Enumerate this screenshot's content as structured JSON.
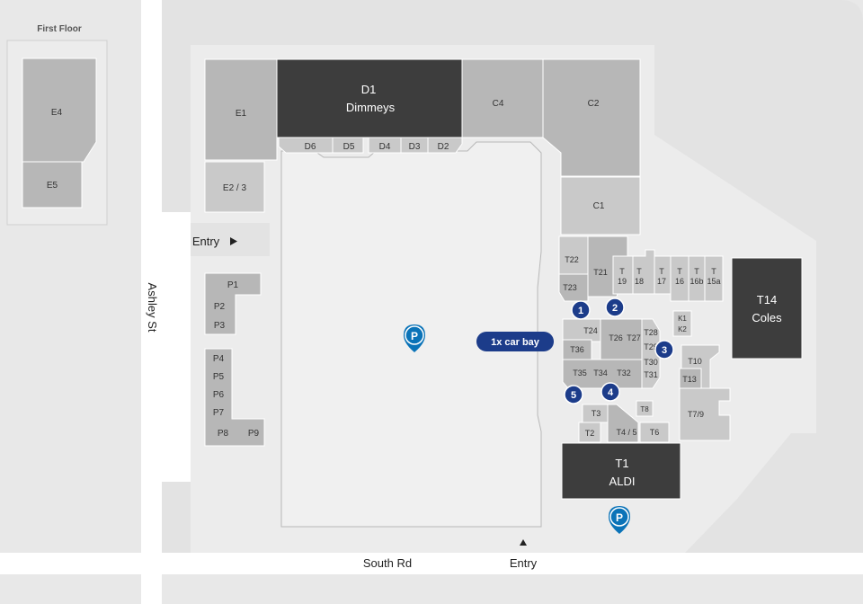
{
  "colors": {
    "road": "#ffffff",
    "ground": "#e8e8e8",
    "site": "#ececec",
    "carpark": "#f0f0f0",
    "tenancy": "#b7b7b7",
    "tenancy_light": "#c9c9c9",
    "anchor": "#3d3d3d",
    "marker": "#1c3c8a",
    "parking_marker": "#0a73b8"
  },
  "labels": {
    "first_floor": "First Floor",
    "entry_west": "Entry",
    "entry_south": "Entry",
    "ashley_st": "Ashley St",
    "south_rd": "South Rd",
    "car_bay": "1x car bay"
  },
  "anchors": {
    "d1": [
      "D1",
      "Dimmeys"
    ],
    "t14": [
      "T14",
      "Coles"
    ],
    "t1": [
      "T1",
      "ALDI"
    ]
  },
  "tenancies": {
    "e4": "E4",
    "e5": "E5",
    "e1": "E1",
    "e2_3": "E2 / 3",
    "d6": "D6",
    "d5": "D5",
    "d4": "D4",
    "d3": "D3",
    "d2": "D2",
    "c4": "C4",
    "c2": "C2",
    "c1": "C1",
    "p1": "P1",
    "p2": "P2",
    "p3": "P3",
    "p4": "P4",
    "p5": "P5",
    "p6": "P6",
    "p7": "P7",
    "p8": "P8",
    "p9": "P9",
    "t22": "T22",
    "t21": "T21",
    "t23": "T23",
    "t19": [
      "T",
      "19"
    ],
    "t18": [
      "T",
      "18"
    ],
    "t17": [
      "T",
      "17"
    ],
    "t16": [
      "T",
      "16"
    ],
    "t16b": [
      "T",
      "16b"
    ],
    "t15a": [
      "T",
      "15a"
    ],
    "k1": "K1",
    "k2": "K2",
    "t24": "T24",
    "t36": "T36",
    "t26": "T26",
    "t27": "T27",
    "t28": "T28",
    "t29": "T29",
    "t30": "T30",
    "t31": "T31",
    "t35": "T35",
    "t34": "T34",
    "t32": "T32",
    "t10": "T10",
    "t13": "T13",
    "t7_9": "T7/9",
    "t8": "T8",
    "t3": "T3",
    "t2": "T2",
    "t4_5": "T4 / 5",
    "t6": "T6"
  },
  "markers": [
    "1",
    "2",
    "3",
    "4",
    "5"
  ],
  "parking": {
    "p1": "P",
    "p2": "P"
  }
}
